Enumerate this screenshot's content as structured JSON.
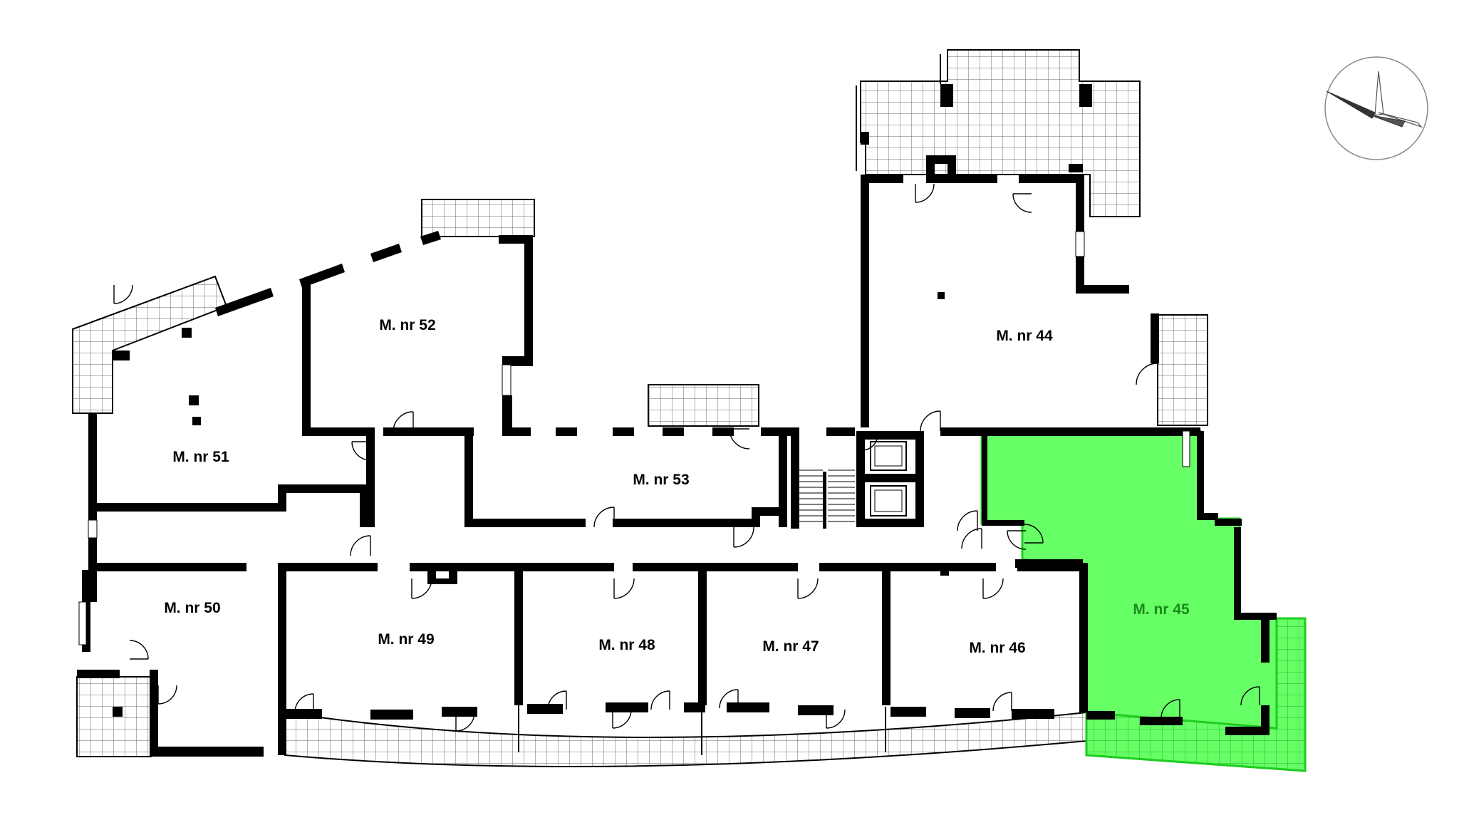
{
  "colors": {
    "selected_fill": "#66ff66",
    "selected_stroke": "#1fcc1f",
    "selected_label": "#1b8a1b",
    "wall": "#000000",
    "background": "#ffffff"
  },
  "compass": {
    "icon": "north-arrow-icon"
  },
  "units": {
    "u44": {
      "label": "M. nr 44",
      "selected": false
    },
    "u45": {
      "label": "M. nr 45",
      "selected": true
    },
    "u46": {
      "label": "M. nr 46",
      "selected": false
    },
    "u47": {
      "label": "M. nr 47",
      "selected": false
    },
    "u48": {
      "label": "M. nr 48",
      "selected": false
    },
    "u49": {
      "label": "M. nr 49",
      "selected": false
    },
    "u50": {
      "label": "M. nr 50",
      "selected": false
    },
    "u51": {
      "label": "M. nr 51",
      "selected": false
    },
    "u52": {
      "label": "M. nr 52",
      "selected": false
    },
    "u53": {
      "label": "M. nr 53",
      "selected": false
    }
  }
}
